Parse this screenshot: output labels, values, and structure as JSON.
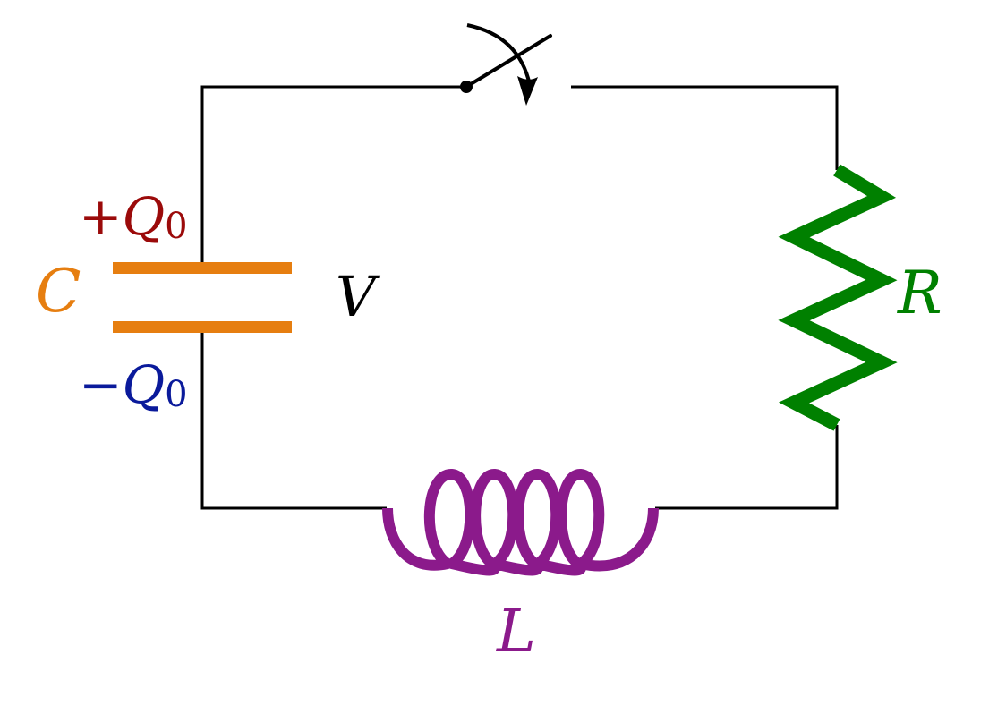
{
  "labels": {
    "capacitor": "C",
    "voltage": "V",
    "resistor": "R",
    "inductor": "L",
    "charge_positive_sign": "+",
    "charge_negative_sign": "−",
    "charge_symbol": "Q",
    "charge_subscript": "0"
  },
  "colors": {
    "wire": "#000000",
    "capacitor": "#e67e10",
    "resistor": "#008000",
    "inductor": "#8b1a8b",
    "positive_charge": "#9b0a0a",
    "negative_charge": "#0a1a9b"
  }
}
